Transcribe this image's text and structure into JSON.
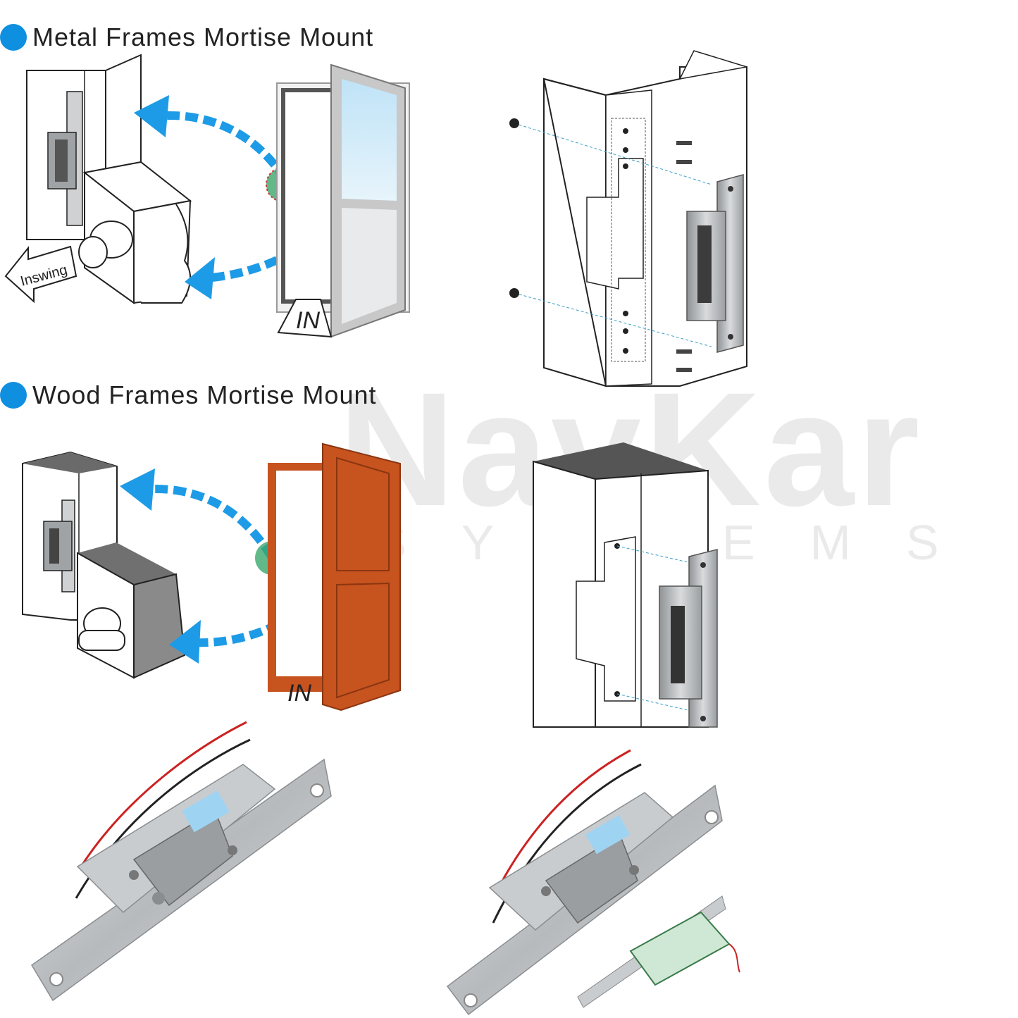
{
  "headings": {
    "metal": "Metal Frames Mortise Mount",
    "wood": "Wood Frames Mortise Mount"
  },
  "labels": {
    "inswing": "Inswing",
    "in_metal": "IN",
    "in_wood": "IN"
  },
  "watermark": {
    "brand": "NavKar",
    "sub": "SYSTEMS"
  },
  "colors": {
    "accent": "#0e8fe0",
    "arrow": "#1d9be6",
    "wood_door": "#c7531f",
    "highlight": "#3aa76d",
    "steel": "#b9bcbf"
  }
}
